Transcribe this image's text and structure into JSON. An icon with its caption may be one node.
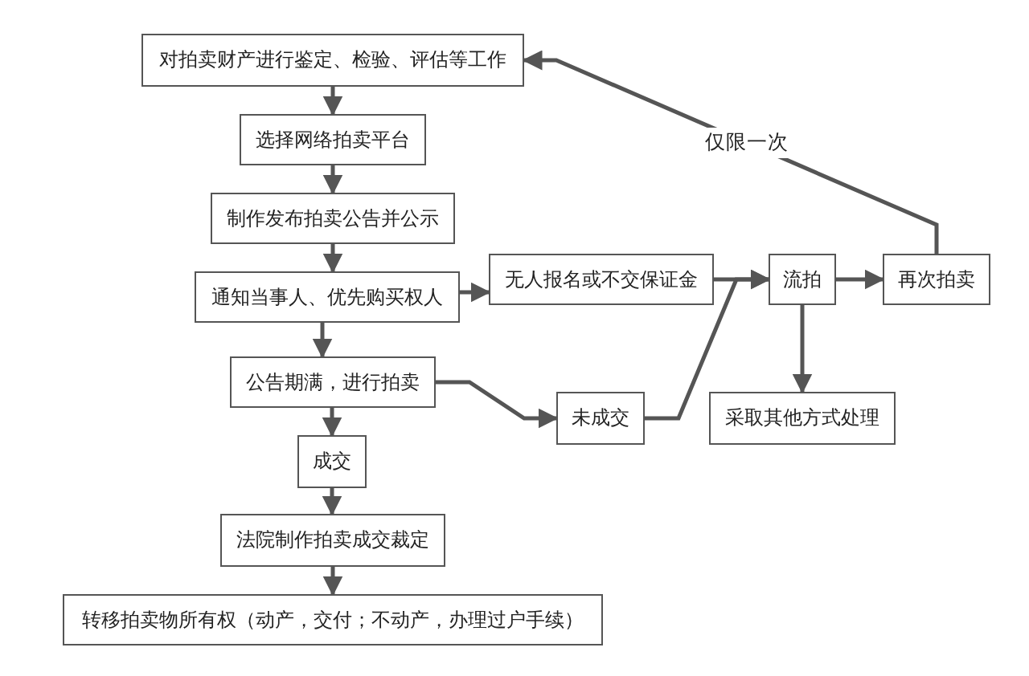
{
  "diagram": {
    "nodes": [
      {
        "text": [
          "对拍卖财产进行鉴定、检验、评估等工作"
        ]
      },
      {
        "text": [
          "选择网络拍卖平台"
        ]
      },
      {
        "text": [
          "制作发布拍卖公告并公示"
        ]
      },
      {
        "text": [
          "通知当事人、优先购买权人"
        ]
      },
      {
        "text": [
          "无人报名或不交保证金"
        ]
      },
      {
        "text": [
          "流拍"
        ]
      },
      {
        "text": [
          "再次拍卖"
        ]
      },
      {
        "text": [
          "公告期满，进行拍卖"
        ]
      },
      {
        "text": [
          "未成交"
        ]
      },
      {
        "text": [
          "采取其他方式处理"
        ]
      },
      {
        "text": [
          "成交"
        ]
      },
      {
        "text": [
          "法院制作拍卖成交裁定"
        ]
      },
      {
        "text": [
          "转移拍卖物所有权（动产，交付；不动产，办理过户手续）"
        ]
      }
    ],
    "edges": [
      {
        "from": 0,
        "to": 1,
        "arrow": "to"
      },
      {
        "from": 1,
        "to": 2,
        "arrow": "to"
      },
      {
        "from": 2,
        "to": 3,
        "arrow": "to"
      },
      {
        "from": 3,
        "to": 4,
        "arrow": "to"
      },
      {
        "from": 3,
        "to": 7,
        "arrow": "to"
      },
      {
        "from": 4,
        "to": 5,
        "arrow": "to"
      },
      {
        "from": 8,
        "to": 5,
        "arrow": "to"
      },
      {
        "from": 5,
        "to": 6,
        "arrow": "to"
      },
      {
        "from": 5,
        "to": 9,
        "arrow": "to"
      },
      {
        "from": 6,
        "to": 0,
        "arrow": "to",
        "label": "仅限一次"
      },
      {
        "from": 7,
        "to": 8,
        "arrow": "to"
      },
      {
        "from": 7,
        "to": 10,
        "arrow": "to"
      },
      {
        "from": 10,
        "to": 11,
        "arrow": "to"
      },
      {
        "from": 11,
        "to": 12,
        "arrow": "to"
      }
    ]
  }
}
